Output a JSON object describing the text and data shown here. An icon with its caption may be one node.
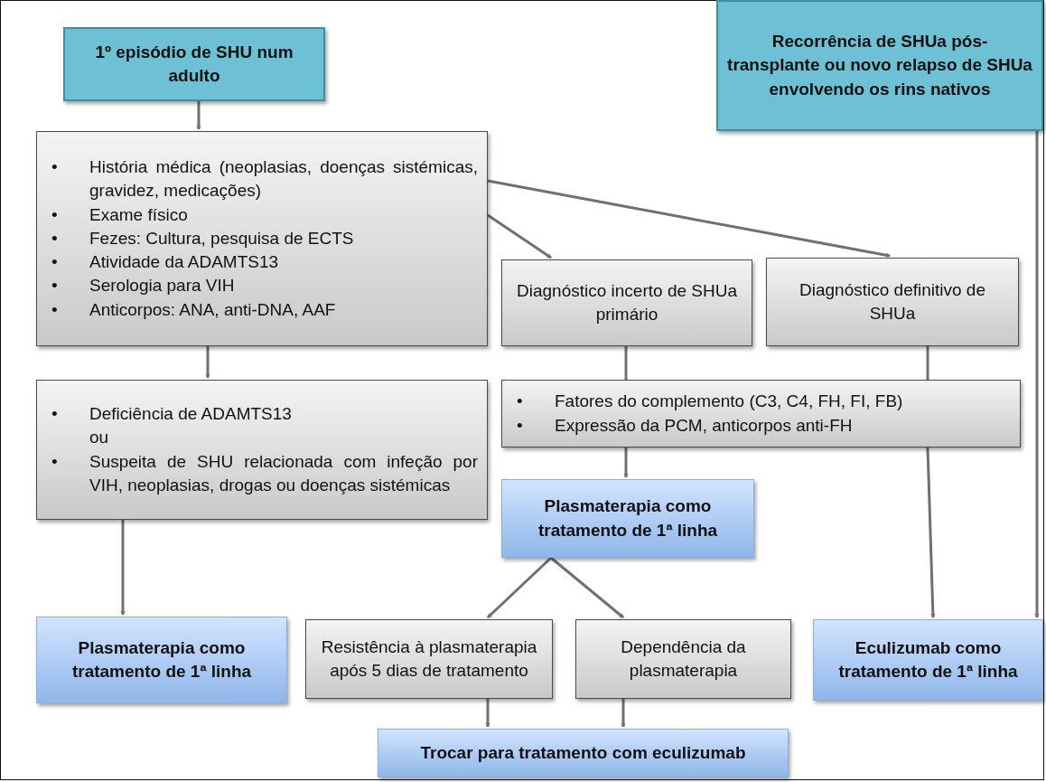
{
  "diagram": {
    "nodes": [
      {
        "text": [
          "1º episódio de SHU num adulto"
        ]
      },
      {
        "text": [
          "Recorrência de SHUa pós-transplante ou novo relapso de SHUa envolvendo os rins nativos"
        ]
      },
      {
        "text": [
          "História médica (neoplasias, doenças sistémicas, gravidez, medicações)",
          "Exame físico",
          "Fezes: Cultura, pesquisa de ECTS",
          "Atividade da ADAMTS13",
          "Serologia para VIH",
          "Anticorpos: ANA, anti-DNA, AAF"
        ]
      },
      {
        "text": [
          "Diagnóstico incerto de SHUa primário"
        ]
      },
      {
        "text": [
          "Diagnóstico definitivo de SHUa"
        ]
      },
      {
        "text": [
          "Deficiência de ADAMTS13",
          "ou",
          "Suspeita de SHU relacionada com infeção por VIH, neoplasias, drogas ou doenças sistémicas"
        ]
      },
      {
        "text": [
          "Fatores do complemento (C3, C4, FH, FI, FB)",
          "Expressão da PCM, anticorpos anti-FH"
        ]
      },
      {
        "text": [
          "Plasmaterapia como tratamento de 1ª linha"
        ]
      },
      {
        "text": [
          "Plasmaterapia como tratamento de 1ª linha"
        ]
      },
      {
        "text": [
          "Resistência à plasmaterapia após 5 dias de tratamento"
        ]
      },
      {
        "text": [
          "Dependência da plasmaterapia"
        ]
      },
      {
        "text": [
          "Eculizumab como tratamento de 1ª linha"
        ]
      },
      {
        "text": [
          "Trocar para tratamento com eculizumab"
        ]
      }
    ],
    "edges": [
      {
        "from": 0,
        "to": 2,
        "arrow": "to"
      },
      {
        "from": 2,
        "to": 3,
        "arrow": "to"
      },
      {
        "from": 2,
        "to": 4,
        "arrow": "to"
      },
      {
        "from": 2,
        "to": 5,
        "arrow": "to"
      },
      {
        "from": 3,
        "to": 6,
        "arrow": "none"
      },
      {
        "from": 4,
        "to": 6,
        "arrow": "none"
      },
      {
        "from": 6,
        "to": 7,
        "arrow": "to"
      },
      {
        "from": 6,
        "to": 11,
        "arrow": "to"
      },
      {
        "from": 5,
        "to": 8,
        "arrow": "to"
      },
      {
        "from": 7,
        "to": 9,
        "arrow": "to"
      },
      {
        "from": 7,
        "to": 10,
        "arrow": "to"
      },
      {
        "from": 9,
        "to": 12,
        "arrow": "to"
      },
      {
        "from": 10,
        "to": 12,
        "arrow": "to"
      },
      {
        "from": 1,
        "to": 11,
        "arrow": "to"
      }
    ],
    "labels": [
      "•",
      "•",
      "•",
      "•",
      "•",
      "•",
      "•",
      "•",
      "•",
      "•"
    ]
  }
}
